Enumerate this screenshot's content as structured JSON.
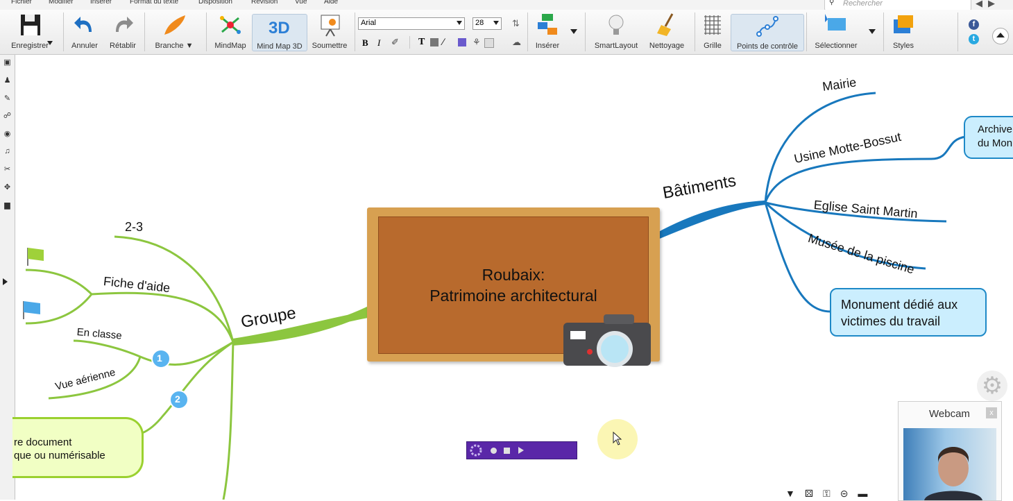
{
  "menu": [
    "Fichier",
    "Modifier",
    "Insérer",
    "Format du texte",
    "Disposition",
    "Révision",
    "Vue",
    "Aide"
  ],
  "search": {
    "placeholder": "Rechercher"
  },
  "toolbar": {
    "save": "Enregistrer",
    "undo": "Annuler",
    "redo": "Rétablir",
    "branch": "Branche",
    "mindmap": "MindMap",
    "mindmap3d": "Mind Map 3D",
    "submit": "Soumettre",
    "font_family": "Arial",
    "font_size": "28",
    "bold": "B",
    "italic": "I",
    "text_t": "T",
    "insert": "Insérer",
    "smartlayout": "SmartLayout",
    "cleanup": "Nettoyage",
    "grid": "Grille",
    "control_points": "Points de contrôle",
    "select": "Sélectionner",
    "styles": "Styles"
  },
  "social": {
    "facebook": "f",
    "twitter": "t"
  },
  "map": {
    "central_line1": "Roubaix:",
    "central_line2": "Patrimoine architectural",
    "left_branch": "Groupe",
    "right_branch": "Bâtiments",
    "left_nodes": {
      "n23": "2-3",
      "fiche": "Fiche d'aide",
      "classe": "En classe",
      "aerienne": "Vue aérienne",
      "badge1": "1",
      "badge2": "2",
      "cloud_line1": "re document",
      "cloud_line2": "que ou numérisable"
    },
    "right_nodes": {
      "mairie": "Mairie",
      "usine": "Usine Motte-Bossut",
      "eglise": "Eglise Saint Martin",
      "musee": "Musée de la piscine",
      "monument_line1": "Monument dédié aux",
      "monument_line2": "victimes du travail",
      "archive_line1": "Archive",
      "archive_line2": "du Mon"
    }
  },
  "webcam": {
    "title": "Webcam",
    "close": "x"
  },
  "colors": {
    "right_branch": "#1878bd",
    "left_branch": "#8cc63f",
    "callout_border": "#1e89c7",
    "callout_fill": "#cbeefe",
    "cloud_border": "#9ad12f",
    "cloud_fill": "#f1ffc4",
    "board": "#d7a051",
    "board_inner": "#b86a2d",
    "recorder": "#5a27a8"
  }
}
